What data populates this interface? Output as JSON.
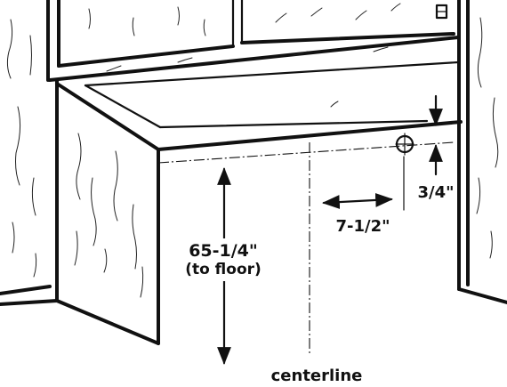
{
  "labels": {
    "height": "65-1/4\"",
    "height_note": "(to floor)",
    "offset": "7-1/2\"",
    "drop": "3/4\"",
    "centerline": "centerline"
  },
  "colors": {
    "ink": "#111111",
    "paper": "#ffffff"
  }
}
